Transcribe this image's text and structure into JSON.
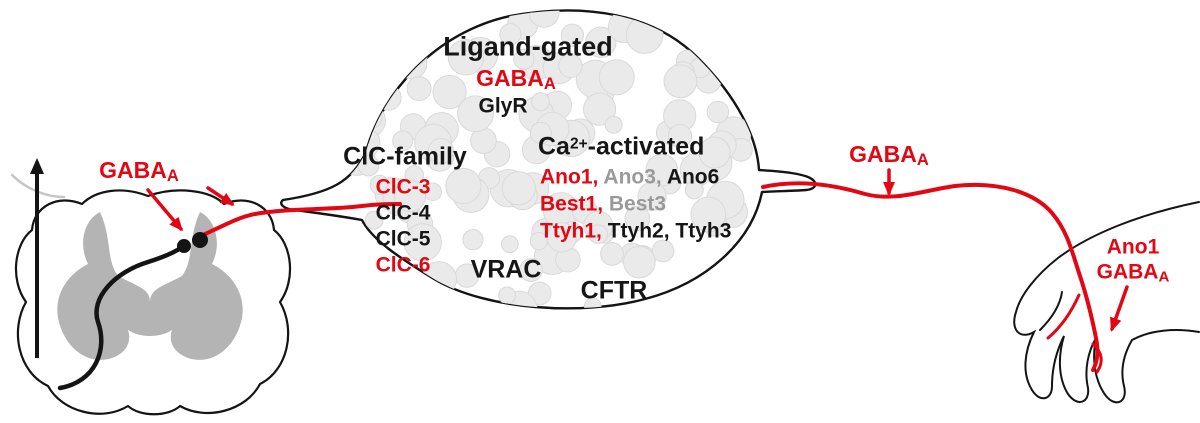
{
  "colors": {
    "red": "#e30613",
    "gray_text": "#9a9a9a",
    "vesicle_fill": "#eaeaea",
    "vesicle_stroke": "#d9d9d9",
    "gray_matter": "#b4b4b4",
    "line_black": "#141414"
  },
  "soma": {
    "ligand_gated": {
      "title": "Ligand-gated",
      "gaba_base": "GABA",
      "gaba_sub": "A",
      "glyr": "GlyR"
    },
    "clc_family": {
      "title": "ClC-family",
      "clc3": "ClC-3",
      "clc4": "ClC-4",
      "clc5": "ClC-5",
      "clc6": "ClC-6"
    },
    "ca_activated": {
      "title_pre": "Ca",
      "title_sup": "2+",
      "title_post": "-activated",
      "row1_red": "Ano1,",
      "row1_gray": "Ano3,",
      "row1_black": "Ano6",
      "row2_red": "Best1,",
      "row2_gray": "Best3",
      "row3_red": "Ttyh1,",
      "row3_black": "Ttyh2, Ttyh3"
    },
    "vrac": "VRAC",
    "cftr": "CFTR"
  },
  "spinal_cord_label": {
    "gaba_base": "GABA",
    "gaba_sub": "A"
  },
  "axon_label": {
    "gaba_base": "GABA",
    "gaba_sub": "A"
  },
  "periphery_labels": {
    "ano1": "Ano1",
    "gaba_base": "GABA",
    "gaba_sub": "A"
  }
}
